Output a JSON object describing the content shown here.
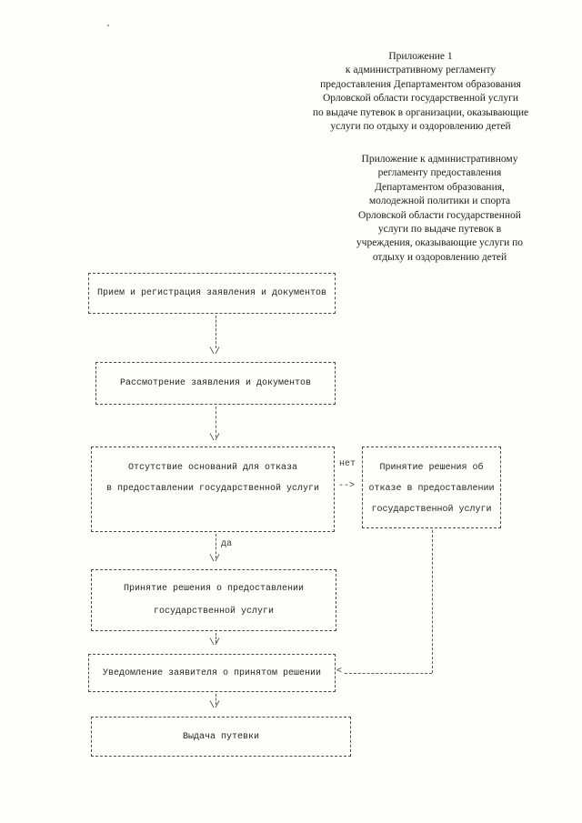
{
  "header1": {
    "lines": [
      "Приложение 1",
      "к административному регламенту",
      "предоставления Департаментом образования",
      "Орловской области государственной услуги",
      "по выдаче путевок в организации, оказывающие",
      "услуги по отдыху и оздоровлению детей"
    ]
  },
  "header2": {
    "lines": [
      "Приложение к административному",
      "регламенту предоставления",
      "Департаментом образования,",
      "молодежной политики и спорта",
      "Орловской области государственной",
      "услуги по выдаче путевок в",
      "учреждения, оказывающие услуги по",
      "отдыху и оздоровлению детей"
    ]
  },
  "flowchart": {
    "box_receive": "Прием и регистрация заявления и документов",
    "box_review": "Рассмотрение заявления и документов",
    "box_no_grounds": [
      "Отсутствие оснований для отказа",
      "в предоставлении государственной услуги"
    ],
    "box_refusal": [
      "Принятие решения об",
      "отказе в предоставлении",
      "государственной услуги"
    ],
    "box_grant": [
      "Принятие решения о предоставлении",
      "государственной услуги"
    ],
    "box_notify": "Уведомление заявителя о принятом решении",
    "box_issue": "Выдача путевки",
    "label_no": "нет",
    "label_yes": "да",
    "arrow_down": "\\/",
    "arrow_right": "-->",
    "arrow_left": "<"
  }
}
